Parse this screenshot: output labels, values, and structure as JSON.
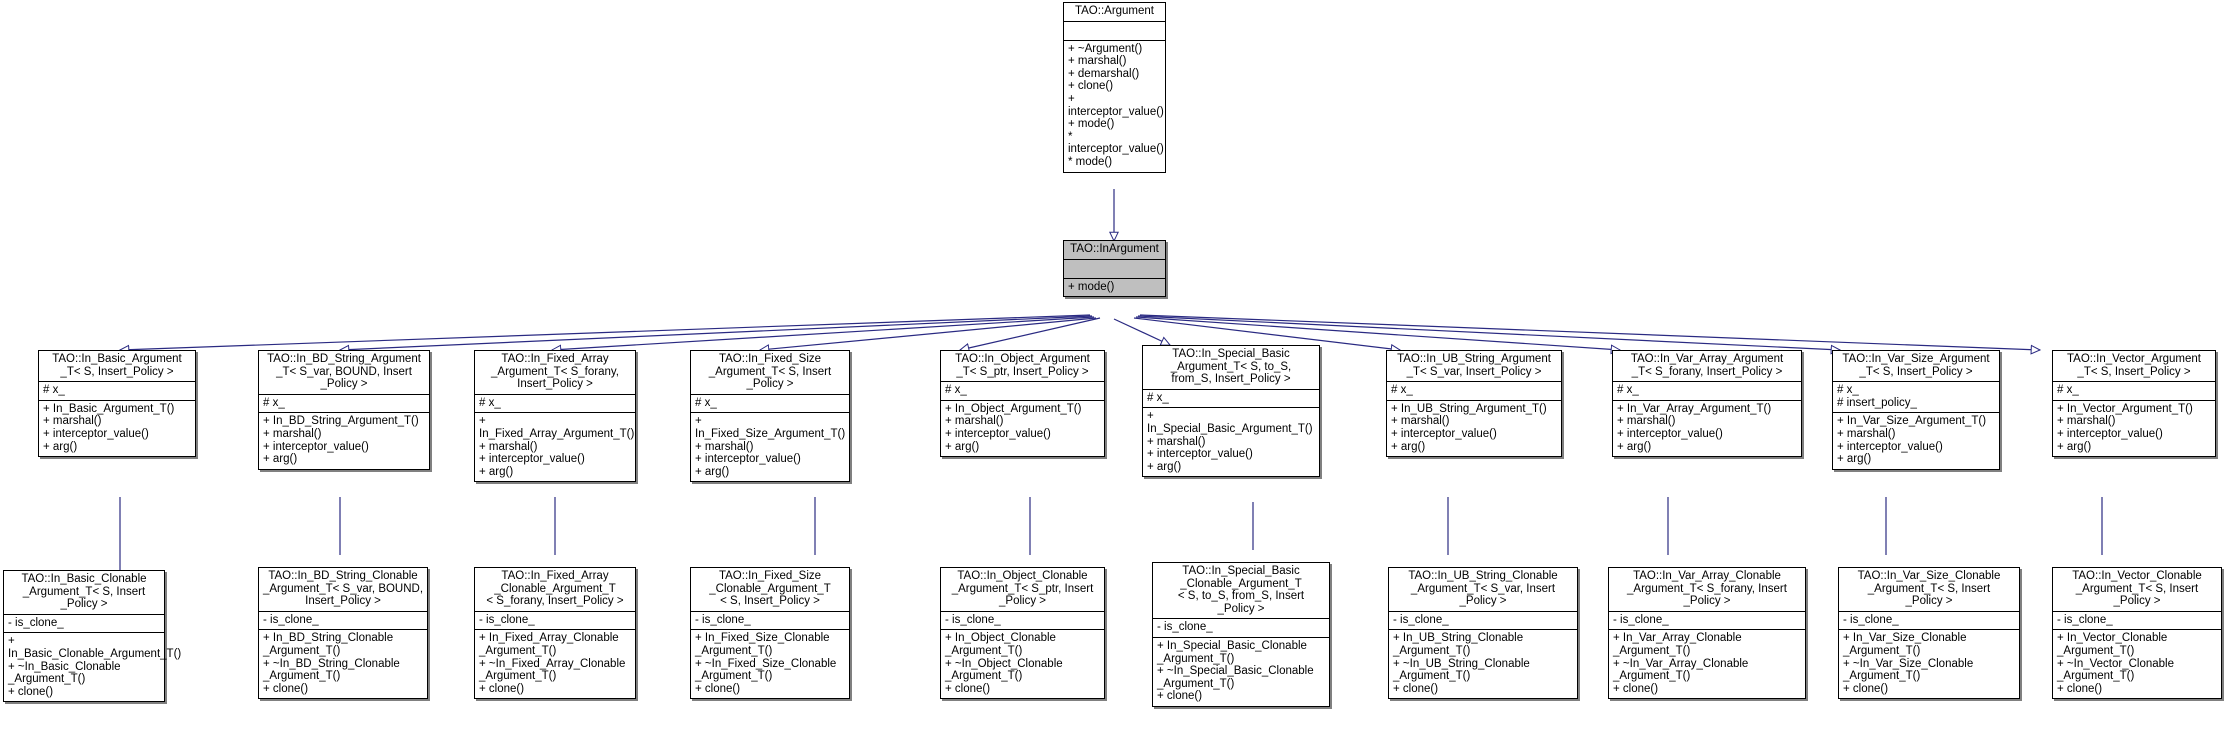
{
  "diagram": {
    "kind": "uml-inheritance-graph",
    "title_visible": false,
    "colors": {
      "node_border": "#000000",
      "node_fill": "#ffffff",
      "highlight_fill": "#bfbfbf",
      "edge": "#2a2a82",
      "text": "#000000"
    },
    "root": {
      "title": "TAO::Argument",
      "attributes": "",
      "operations": "+ ~Argument()\n+ marshal()\n+ demarshal()\n+ clone()\n+ interceptor_value()\n+ mode()\n* interceptor_value()\n* mode()"
    },
    "middle": {
      "title": "TAO::InArgument",
      "attributes": "",
      "operations": "+ mode()",
      "highlighted": true
    },
    "derived": [
      {
        "title": "TAO::In_Basic_Argument\n_T< S, Insert_Policy >",
        "attributes": "# x_",
        "operations": "+ In_Basic_Argument_T()\n+ marshal()\n+ interceptor_value()\n+ arg()"
      },
      {
        "title": "TAO::In_BD_String_Argument\n_T< S_var, BOUND, Insert\n_Policy >",
        "attributes": "# x_",
        "operations": "+ In_BD_String_Argument_T()\n+ marshal()\n+ interceptor_value()\n+ arg()"
      },
      {
        "title": "TAO::In_Fixed_Array\n_Argument_T< S_forany,\nInsert_Policy >",
        "attributes": "# x_",
        "operations": "+ In_Fixed_Array_Argument_T()\n+ marshal()\n+ interceptor_value()\n+ arg()"
      },
      {
        "title": "TAO::In_Fixed_Size\n_Argument_T< S, Insert\n_Policy >",
        "attributes": "# x_",
        "operations": "+ In_Fixed_Size_Argument_T()\n+ marshal()\n+ interceptor_value()\n+ arg()"
      },
      {
        "title": "TAO::In_Object_Argument\n_T< S_ptr, Insert_Policy >",
        "attributes": "# x_",
        "operations": "+ In_Object_Argument_T()\n+ marshal()\n+ interceptor_value()\n+ arg()"
      },
      {
        "title": "TAO::In_Special_Basic\n_Argument_T< S, to_S,\nfrom_S, Insert_Policy >",
        "attributes": "# x_",
        "operations": "+ In_Special_Basic_Argument_T()\n+ marshal()\n+ interceptor_value()\n+ arg()"
      },
      {
        "title": "TAO::In_UB_String_Argument\n_T< S_var, Insert_Policy >",
        "attributes": "# x_",
        "operations": "+ In_UB_String_Argument_T()\n+ marshal()\n+ interceptor_value()\n+ arg()"
      },
      {
        "title": "TAO::In_Var_Array_Argument\n_T< S_forany, Insert_Policy >",
        "attributes": "# x_",
        "operations": "+ In_Var_Array_Argument_T()\n+ marshal()\n+ interceptor_value()\n+ arg()"
      },
      {
        "title": "TAO::In_Var_Size_Argument\n_T< S, Insert_Policy >",
        "attributes": "# x_\n# insert_policy_",
        "operations": "+ In_Var_Size_Argument_T()\n+ marshal()\n+ interceptor_value()\n+ arg()"
      },
      {
        "title": "TAO::In_Vector_Argument\n_T< S, Insert_Policy >",
        "attributes": "# x_",
        "operations": "+ In_Vector_Argument_T()\n+ marshal()\n+ interceptor_value()\n+ arg()"
      }
    ],
    "clonable": [
      {
        "title": "TAO::In_Basic_Clonable\n_Argument_T< S, Insert\n_Policy >",
        "attributes": "- is_clone_",
        "operations": "+ In_Basic_Clonable_Argument_T()\n+ ~In_Basic_Clonable\n_Argument_T()\n+ clone()"
      },
      {
        "title": "TAO::In_BD_String_Clonable\n_Argument_T< S_var, BOUND,\nInsert_Policy >",
        "attributes": "- is_clone_",
        "operations": "+ In_BD_String_Clonable\n_Argument_T()\n+ ~In_BD_String_Clonable\n_Argument_T()\n+ clone()"
      },
      {
        "title": "TAO::In_Fixed_Array\n_Clonable_Argument_T\n< S_forany, Insert_Policy >",
        "attributes": "- is_clone_",
        "operations": "+ In_Fixed_Array_Clonable\n_Argument_T()\n+ ~In_Fixed_Array_Clonable\n_Argument_T()\n+ clone()"
      },
      {
        "title": "TAO::In_Fixed_Size\n_Clonable_Argument_T\n< S, Insert_Policy >",
        "attributes": "- is_clone_",
        "operations": "+ In_Fixed_Size_Clonable\n_Argument_T()\n+ ~In_Fixed_Size_Clonable\n_Argument_T()\n+ clone()"
      },
      {
        "title": "TAO::In_Object_Clonable\n_Argument_T< S_ptr, Insert\n_Policy >",
        "attributes": "- is_clone_",
        "operations": "+ In_Object_Clonable\n_Argument_T()\n+ ~In_Object_Clonable\n_Argument_T()\n+ clone()"
      },
      {
        "title": "TAO::In_Special_Basic\n_Clonable_Argument_T\n< S, to_S, from_S, Insert\n_Policy >",
        "attributes": "- is_clone_",
        "operations": "+ In_Special_Basic_Clonable\n_Argument_T()\n+ ~In_Special_Basic_Clonable\n_Argument_T()\n+ clone()"
      },
      {
        "title": "TAO::In_UB_String_Clonable\n_Argument_T< S_var, Insert\n_Policy >",
        "attributes": "- is_clone_",
        "operations": "+ In_UB_String_Clonable\n_Argument_T()\n+ ~In_UB_String_Clonable\n_Argument_T()\n+ clone()"
      },
      {
        "title": "TAO::In_Var_Array_Clonable\n_Argument_T< S_forany, Insert\n_Policy >",
        "attributes": "- is_clone_",
        "operations": "+ In_Var_Array_Clonable\n_Argument_T()\n+ ~In_Var_Array_Clonable\n_Argument_T()\n+ clone()"
      },
      {
        "title": "TAO::In_Var_Size_Clonable\n_Argument_T< S, Insert\n_Policy >",
        "attributes": "- is_clone_",
        "operations": "+ In_Var_Size_Clonable\n_Argument_T()\n+ ~In_Var_Size_Clonable\n_Argument_T()\n+ clone()"
      },
      {
        "title": "TAO::In_Vector_Clonable\n_Argument_T< S, Insert\n_Policy >",
        "attributes": "- is_clone_",
        "operations": "+ In_Vector_Clonable\n_Argument_T()\n+ ~In_Vector_Clonable\n_Argument_T()\n+ clone()"
      }
    ]
  }
}
